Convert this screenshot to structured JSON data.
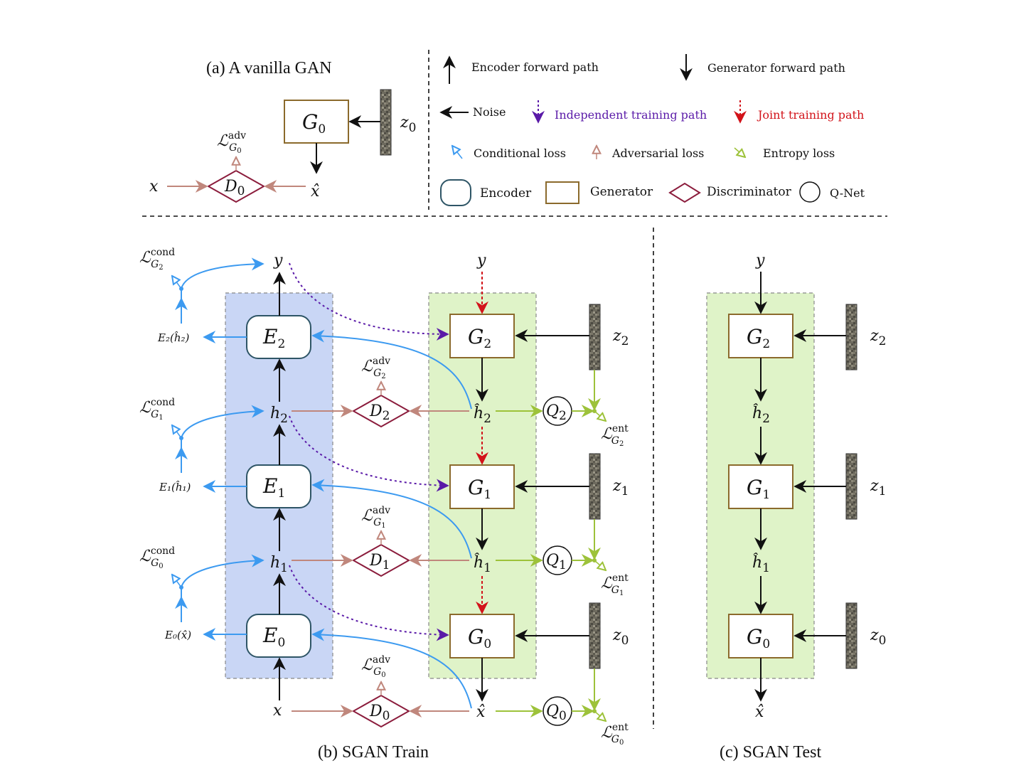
{
  "captions": {
    "vanilla": "(a) A vanilla GAN",
    "train": "(b) SGAN Train",
    "test": "(c) SGAN Test"
  },
  "legend": {
    "encoder_path": "Encoder forward path",
    "generator_path": "Generator forward path",
    "noise": "Noise",
    "independent": "Independent training path",
    "joint": "Joint training path",
    "conditional": "Conditional loss",
    "adversarial": "Adversarial loss",
    "entropy": "Entropy loss",
    "encoder": "Encoder",
    "generator": "Generator",
    "discriminator": "Discriminator",
    "qnet": "Q-Net"
  },
  "colors": {
    "encoder_bg": "#c9d6f5",
    "generator_bg": "#dff3c8",
    "blue": "#3c9af0",
    "brown": "#c0877c",
    "green": "#9dc23a",
    "purple": "#5a1aa8",
    "red": "#d2131a",
    "disc": "#8b1c3c",
    "genbox": "#8b6a2c",
    "encbox": "#2e5566"
  },
  "vars": {
    "G": "G",
    "E": "E",
    "D": "D",
    "Q": "Q",
    "x": "x",
    "xhat": "x̂",
    "y": "y",
    "z": "z",
    "h": "h",
    "hhat": "ĥ",
    "L": "ℒ",
    "cond": "cond",
    "adv": "adv",
    "ent": "ent",
    "i0": "0",
    "i1": "1",
    "i2": "2",
    "E2h": "E₂(ĥ₂)",
    "E1h": "E₁(ĥ₁)",
    "E0x": "E₀(x̂)"
  }
}
